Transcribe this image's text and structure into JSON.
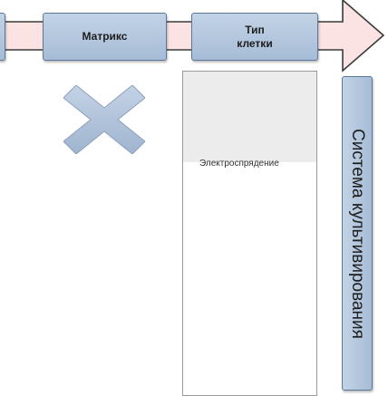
{
  "diagram": {
    "boxes": {
      "matrix": "Матрикс",
      "cell_type_line1": "Тип",
      "cell_type_line2": "клетки"
    },
    "panel_text": "Электроспрядение",
    "vertical_label": "Система культивирования",
    "colors": {
      "box_fill": "#b3c6de",
      "box_border": "#5b7799",
      "arrow_fill": "#fbe3e4",
      "arrow_stroke": "#3a3a3a",
      "cross_fill": "#aebfd8"
    },
    "icons": {
      "cross": "cross-icon",
      "arrow": "arrow-right-icon"
    }
  }
}
